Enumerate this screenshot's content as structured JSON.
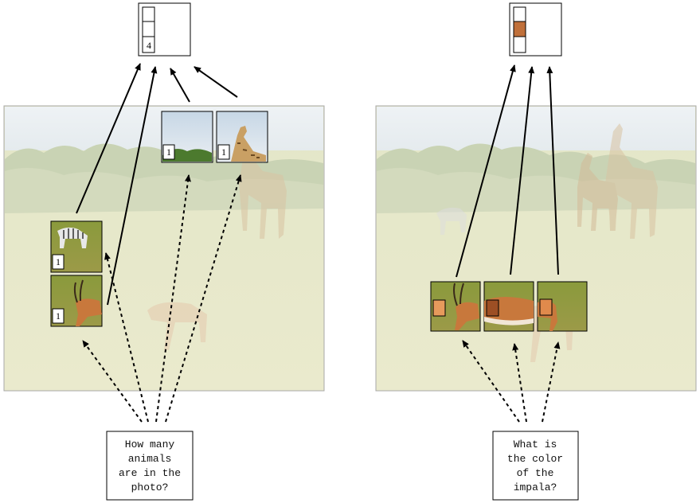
{
  "left_panel": {
    "question_lines": [
      "How many",
      "animals",
      "are in the",
      "photo?"
    ],
    "output_slots": [
      {
        "label": ""
      },
      {
        "label": ""
      },
      {
        "label": "4"
      }
    ],
    "patches": [
      {
        "name": "zebra-patch",
        "count": "1"
      },
      {
        "name": "impala-patch",
        "count": "1"
      },
      {
        "name": "sky-tree-patch",
        "count": "1"
      },
      {
        "name": "giraffe-patch",
        "count": "1"
      }
    ]
  },
  "right_panel": {
    "question_lines": [
      "What is",
      "the color",
      "of the",
      "impala?"
    ],
    "output_slots": [
      {
        "color": "#ffffff"
      },
      {
        "color": "#c0703a"
      },
      {
        "color": "#ffffff"
      }
    ],
    "patches": [
      {
        "name": "impala-head-patch",
        "swatch_color": "#e79a5c"
      },
      {
        "name": "impala-body-patch",
        "swatch_color": "#9d4f24"
      },
      {
        "name": "impala-rear-patch",
        "swatch_color": "#e08a4c"
      }
    ]
  }
}
